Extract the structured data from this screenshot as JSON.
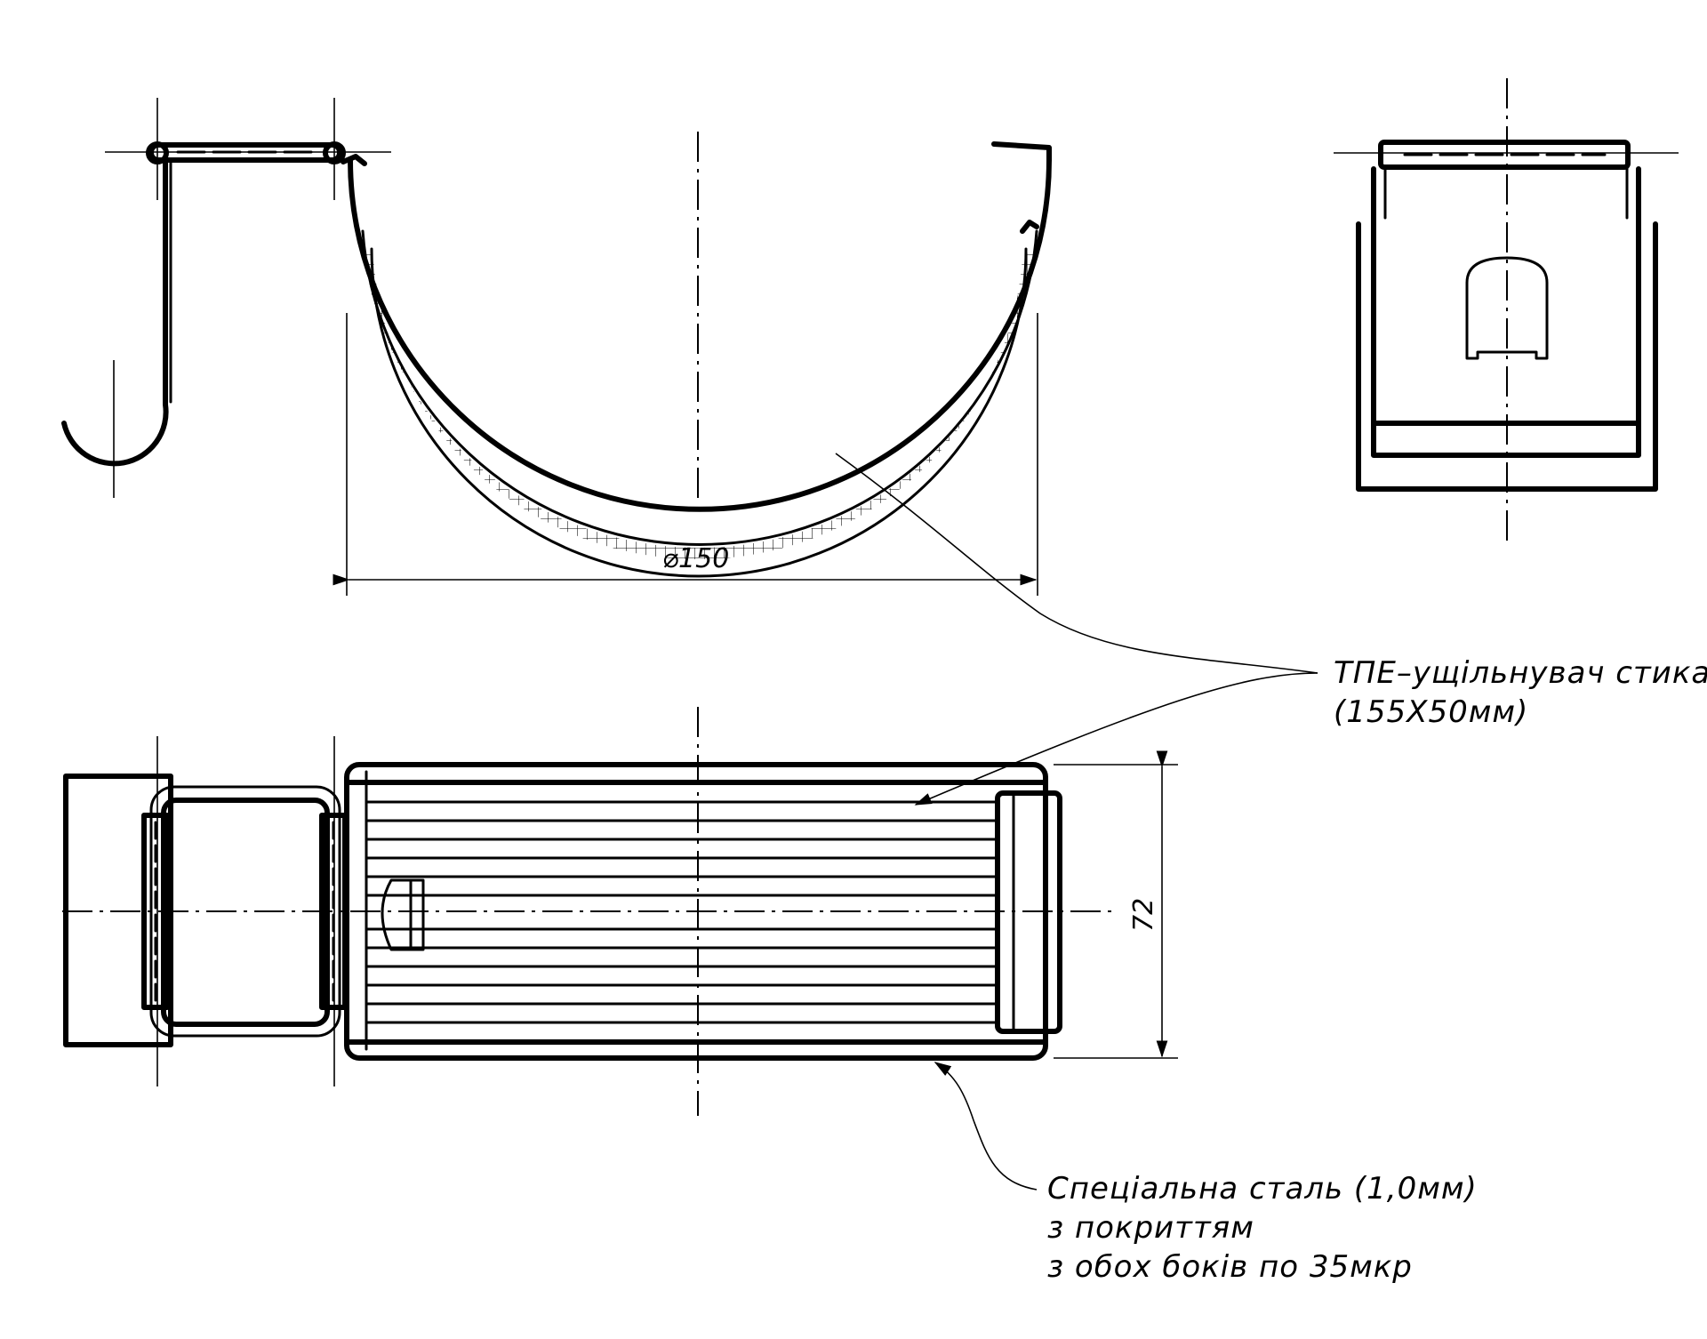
{
  "dimensions": {
    "diameter": "⌀150",
    "width": "72"
  },
  "labels": {
    "seal_line1": "ТПЕ–ущільнувач стика",
    "seal_line2": "(155X50мм)",
    "steel_line1": "Спеціальна сталь (1,0мм)",
    "steel_line2": "з покриттям",
    "steel_line3": "з обох боків по 35мкр"
  }
}
